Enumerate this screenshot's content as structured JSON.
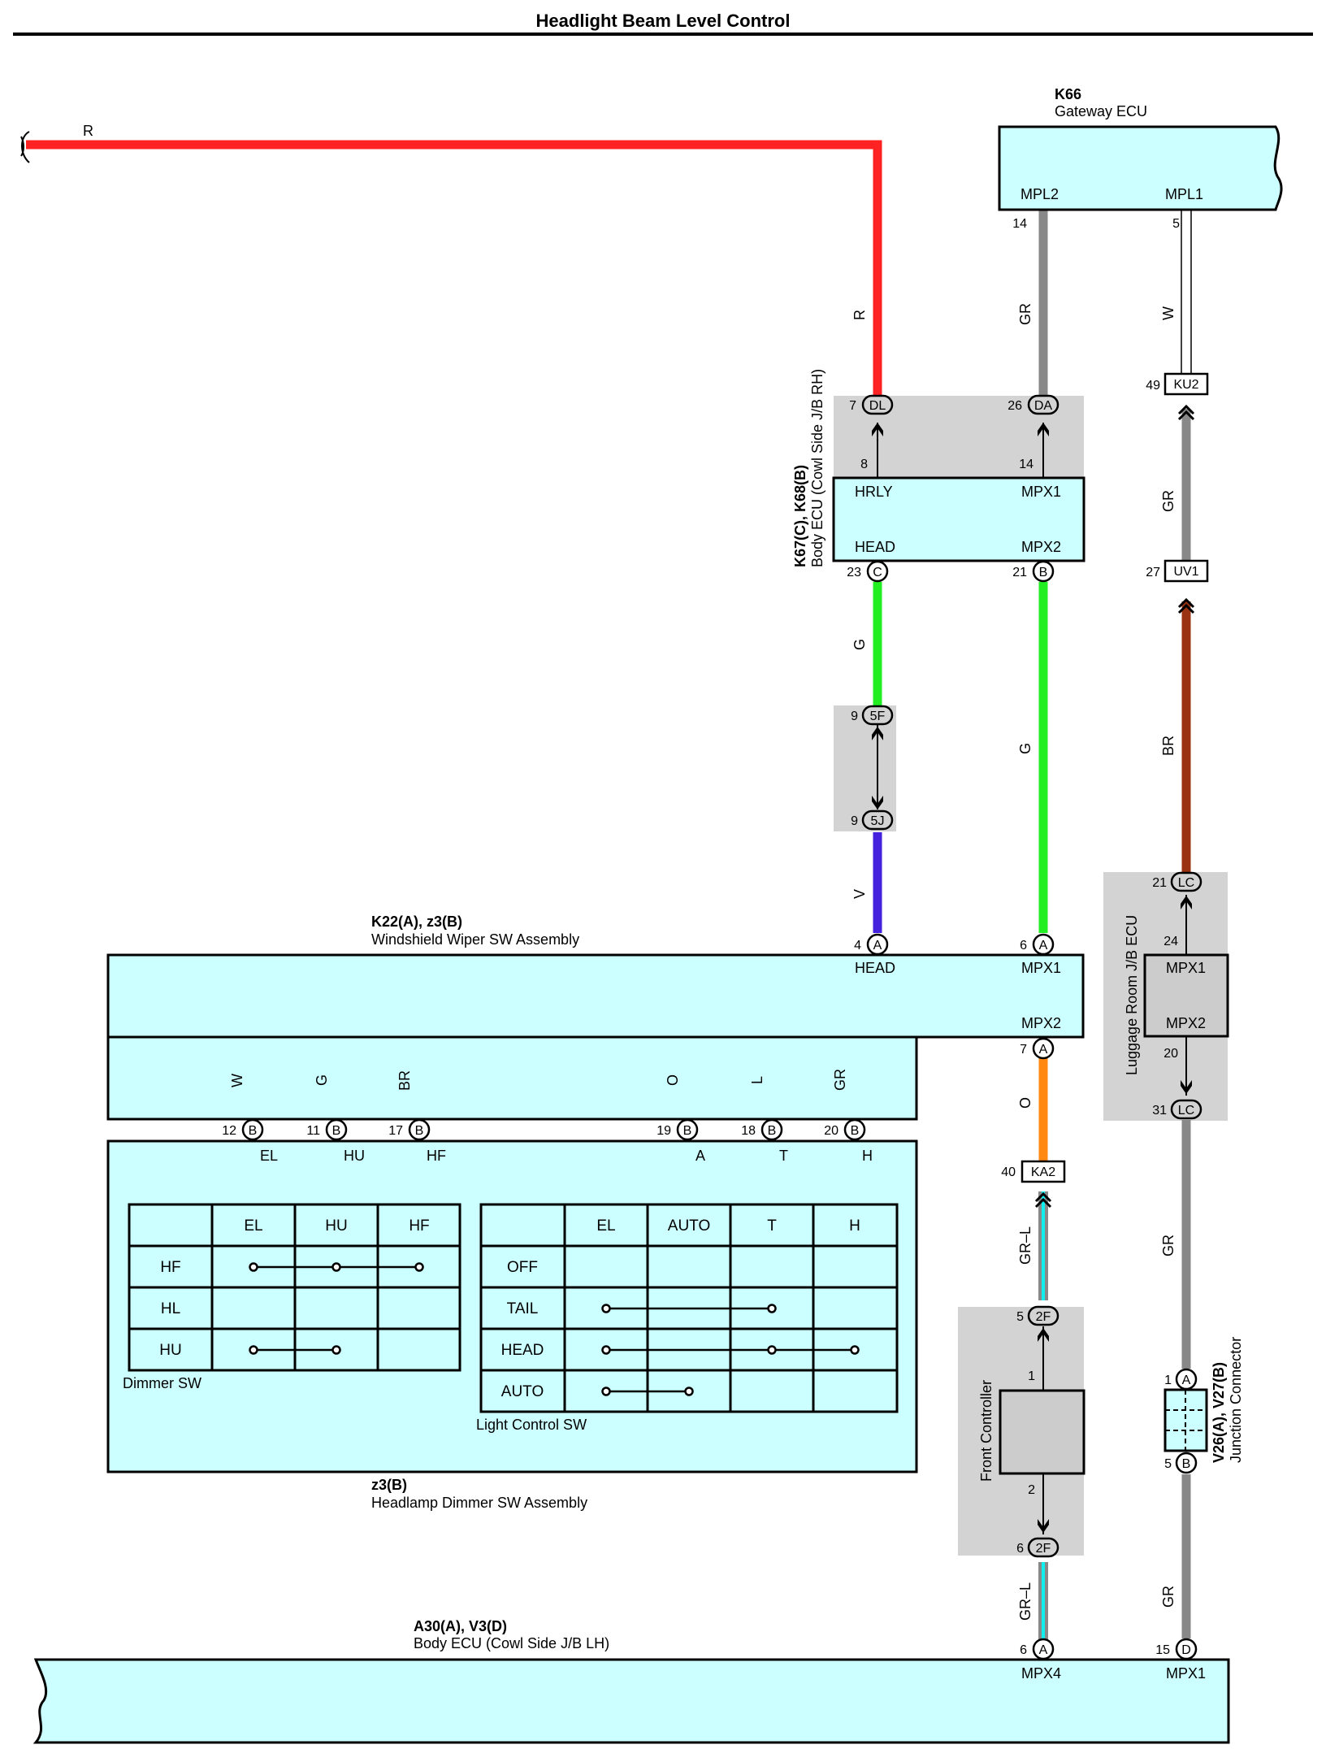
{
  "title": "Headlight Beam Level Control",
  "colors": {
    "R": "#ff2222",
    "GR": "#888888",
    "G": "#22ee22",
    "V": "#4422dd",
    "BR": "#993311",
    "O": "#ff8811",
    "L": "#11eeee",
    "W": "#ffffff",
    "box": "#ccffff",
    "shade": "#d3d3d3"
  },
  "components": {
    "gateway": {
      "code": "K66",
      "name": "Gateway ECU",
      "pin_left": "MPL2",
      "pin_right": "MPL1"
    },
    "body_rh": {
      "code": "K67(C), K68(B)",
      "name": "Body ECU (Cowl Side J/B RH)",
      "hrly": "HRLY",
      "mpx1": "MPX1",
      "head": "HEAD",
      "mpx2": "MPX2"
    },
    "wiper": {
      "code": "K22(A), z3(B)",
      "name": "Windshield Wiper SW Assembly",
      "head": "HEAD",
      "mpx1": "MPX1",
      "mpx2": "MPX2"
    },
    "dimmer_asm": {
      "code": "z3(B)",
      "name": "Headlamp Dimmer SW Assembly"
    },
    "luggage": {
      "name": "Luggage Room J/B ECU",
      "mpx1": "MPX1",
      "mpx2": "MPX2"
    },
    "front": {
      "name": "Front Controller"
    },
    "junction": {
      "code": "V26(A), V27(B)",
      "name": "Junction Connector"
    },
    "body_lh": {
      "code": "A30(A), V3(D)",
      "name": "Body ECU (Cowl Side J/B LH)",
      "mpx4": "MPX4",
      "mpx1": "MPX1"
    }
  },
  "wire_labels": {
    "top_r": "R",
    "r": "R",
    "gr_gw": "GR",
    "w_gw": "W",
    "gr_ku2": "GR",
    "g_c": "G",
    "g_b": "G",
    "v": "V",
    "br_lc": "BR",
    "w_sw": "W",
    "g_sw": "G",
    "br_sw": "BR",
    "o_sw": "O",
    "l_sw": "L",
    "gr_sw": "GR",
    "o_mpx2": "O",
    "grl_ka2": "GR–L",
    "gr_lc": "GR",
    "grl_2f": "GR–L",
    "gr_jc": "GR"
  },
  "connectors": {
    "dl": "DL",
    "da": "DA",
    "ku2": "KU2",
    "c": "C",
    "b21": "B",
    "uv1": "UV1",
    "f5": "5F",
    "j5": "5J",
    "lc21": "LC",
    "a4": "A",
    "a6": "A",
    "a7": "A",
    "ka2": "KA2",
    "lc31": "LC",
    "f2a": "2F",
    "f2b": "2F",
    "ja": "A",
    "jb": "B",
    "a6b": "A",
    "d15": "D",
    "b12": "B",
    "b11": "B",
    "b17": "B",
    "b19": "B",
    "b18": "B",
    "b20": "B"
  },
  "pins": {
    "p14": "14",
    "p5": "5",
    "p7": "7",
    "p26": "26",
    "p49": "49",
    "p8": "8",
    "p14b": "14",
    "p23": "23",
    "p21": "21",
    "p27": "27",
    "p9a": "9",
    "p9b": "9",
    "p21lc": "21",
    "p24": "24",
    "p4": "4",
    "p6": "6",
    "p7a": "7",
    "p20": "20",
    "p31": "31",
    "p40": "40",
    "p5f": "5",
    "p1f": "1",
    "p2f": "2",
    "p6f": "6",
    "p1j": "1",
    "p5j": "5",
    "p6lh": "6",
    "p15lh": "15",
    "p12": "12",
    "p11": "11",
    "p17": "17",
    "p19": "19",
    "p18": "18",
    "p20b": "20"
  },
  "switch_terms": {
    "el": "EL",
    "hu": "HU",
    "hf": "HF",
    "a": "A",
    "t": "T",
    "h": "H"
  },
  "dimmer_table": {
    "caption": "Dimmer SW",
    "headers": [
      "EL",
      "HU",
      "HF"
    ],
    "rows": [
      "HF",
      "HL",
      "HU"
    ]
  },
  "light_table": {
    "caption": "Light Control SW",
    "headers": [
      "EL",
      "AUTO",
      "T",
      "H"
    ],
    "rows": [
      "OFF",
      "TAIL",
      "HEAD",
      "AUTO"
    ]
  }
}
